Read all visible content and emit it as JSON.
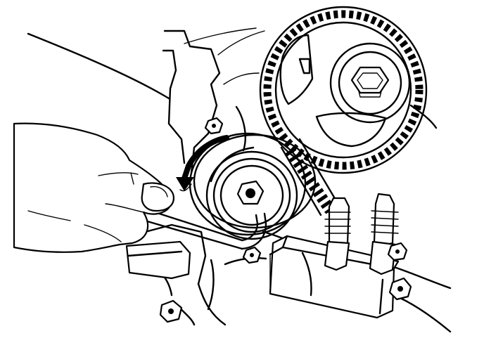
{
  "diagram": {
    "colors": {
      "ink": "#000000",
      "paper": "#ffffff"
    },
    "parts": [
      "engine-block",
      "camshaft-sprocket",
      "timing-belt",
      "belt-tensioner-pulley",
      "tensioner-bolt",
      "hex-key",
      "rotation-arrow",
      "hand",
      "mounting-bracket",
      "mounting-studs"
    ]
  }
}
